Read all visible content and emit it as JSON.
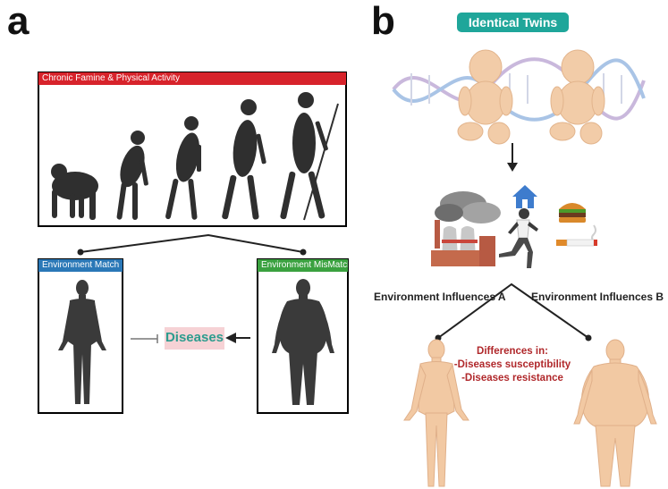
{
  "panel_a": {
    "letter": "a",
    "top_header": "Chronic Famine & Physical Activity",
    "left_header": "Environment Match",
    "right_header": "Environment MisMatch",
    "diseases_label": "Diseases"
  },
  "panel_b": {
    "letter": "b",
    "twins_title": "Identical Twins",
    "influence_a": "Environment Influences A",
    "influence_b": "Environment Influences B",
    "differences": {
      "title": "Differences in:",
      "line1": "-Diseases susceptibility",
      "line2": "-Diseases resistance"
    }
  },
  "colors": {
    "top_header": "#d7232b",
    "left_header": "#2a78b7",
    "right_header": "#3aa13f",
    "diseases_bg": "#f6d2d5",
    "diseases_text": "#2d9c8e",
    "twins_badge": "#1fa69a",
    "differences_text": "#b0282b",
    "silhouette": "#3a3a3a",
    "skin": "#f2c9a3"
  }
}
